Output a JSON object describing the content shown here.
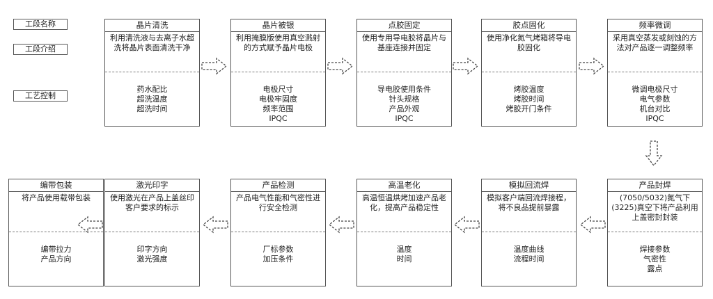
{
  "legend": {
    "name": "工段名称",
    "intro": "工段介绍",
    "control": "工艺控制"
  },
  "stages": [
    {
      "title": "晶片清洗",
      "intro": "利用清洗液与去离子水超洗将晶片表面清洗干净",
      "controls": [
        "药水配比",
        "超洗温度",
        "超洗时间"
      ]
    },
    {
      "title": "晶片被银",
      "intro": "利用掩膜版使用真空溅射的方式赋予晶片电极",
      "controls": [
        "电极尺寸",
        "电极牢固度",
        "频率范围",
        "IPQC"
      ]
    },
    {
      "title": "点胶固定",
      "intro": "使用专用导电胶将晶片与基座连接并固定",
      "controls": [
        "导电胶使用条件",
        "针头规格",
        "产品外观",
        "IPQC"
      ]
    },
    {
      "title": "胶点固化",
      "intro": "使用净化氮气烤箱将导电胶固化",
      "controls": [
        "烤胶温度",
        "烤胶时间",
        "烤胶开门条件"
      ]
    },
    {
      "title": "频率微调",
      "intro": "采用真空蒸发或刻蚀的方法对产品逐一调整频率",
      "controls": [
        "微调电极尺寸",
        "电气参数",
        "机台对比",
        "IPQC"
      ]
    },
    {
      "title": "产品封焊",
      "intro": "(7050/5032)氮气下(3225)真空下将产品利用上盖密封封装",
      "controls": [
        "焊接参数",
        "气密性",
        "露点"
      ]
    },
    {
      "title": "模拟回流焊",
      "intro": "模拟客户端回流焊接程，将不良品提前暴露",
      "controls": [
        "温度曲线",
        "流程时间"
      ]
    },
    {
      "title": "高温老化",
      "intro": "高温恒温烘烤加速产品老化，提高产品稳定性",
      "controls": [
        "温度",
        "时间"
      ]
    },
    {
      "title": "产品检测",
      "intro": "产品电气性能和气密性进行安全检测",
      "controls": [
        "厂标参数",
        "加压条件"
      ]
    },
    {
      "title": "激光印字",
      "intro": "使用激光在产品上盖丝印客户要求的标示",
      "controls": [
        "印字方向",
        "激光强度"
      ]
    },
    {
      "title": "编带包装",
      "intro": "将产品使用载带包装",
      "controls": [
        "编带拉力",
        "产品方向"
      ]
    }
  ]
}
